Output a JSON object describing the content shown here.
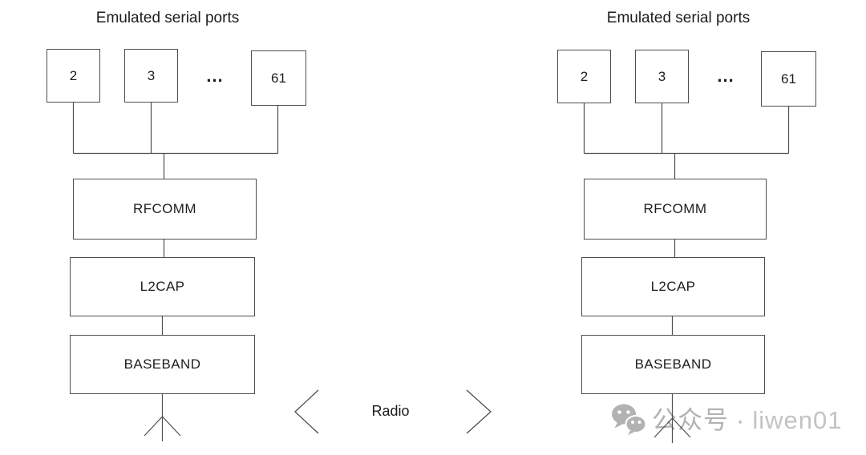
{
  "stacks": [
    {
      "title": "Emulated serial ports",
      "ports": [
        "2",
        "3",
        "61"
      ],
      "ellipsis": "...",
      "layers": [
        "RFCOMM",
        "L2CAP",
        "BASEBAND"
      ]
    },
    {
      "title": "Emulated serial ports",
      "ports": [
        "2",
        "3",
        "61"
      ],
      "ellipsis": "...",
      "layers": [
        "RFCOMM",
        "L2CAP",
        "BASEBAND"
      ]
    }
  ],
  "radio": {
    "label": "Radio"
  },
  "watermark": {
    "cjk": "公众号",
    "separator": "·",
    "latin": "liwen01"
  },
  "colors": {
    "line": "#4e4e4e",
    "text": "#1e1e1e",
    "watermark_gray": "#b2b2b2",
    "watermark_light": "#c3c3c3",
    "background": "#ffffff"
  }
}
